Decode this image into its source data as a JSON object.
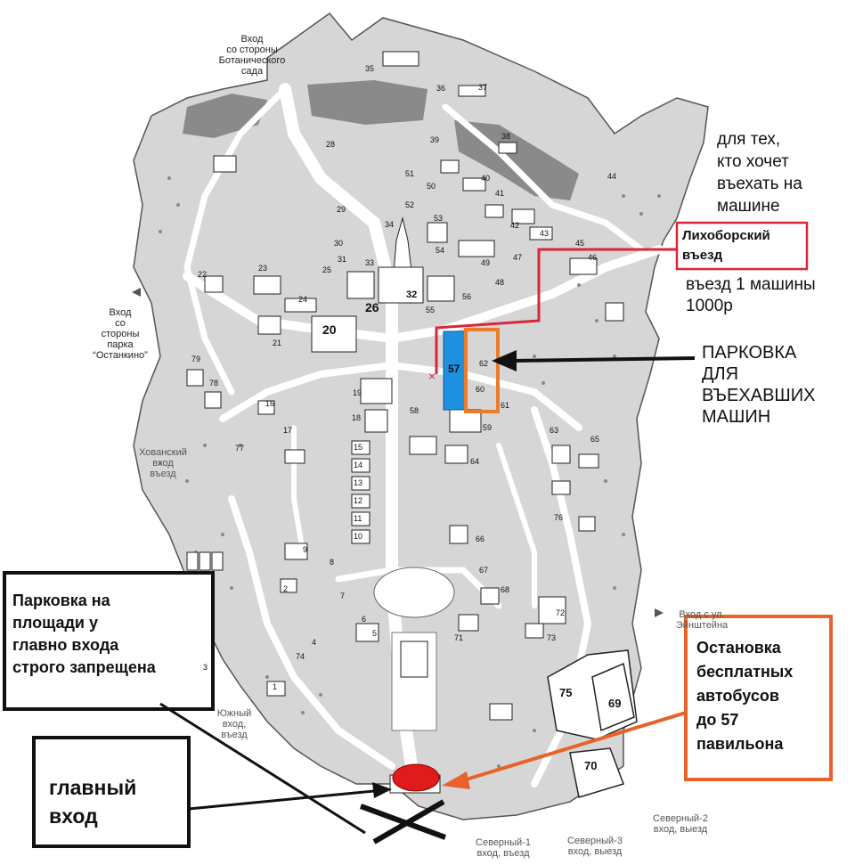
{
  "entrances": {
    "botanical": "Вход\nсо стороны\nБотанического\nсада",
    "ostankino": "Вход\nсо\nстороны\nпарка\n“Останкино”",
    "khovansky": "Хованский\nвход\nвъезд",
    "south": "Южный\nвход,\nвъезд",
    "north1": "Северный-1\nвход, въезд",
    "north3": "Северный-3\nвход, выезд",
    "north2": "Северный-2\nвход, выезд",
    "einstein": "Вход с ул.\nЭйнштейна"
  },
  "callouts": {
    "car_note": "для тех,\nкто хочет\nвъехать на\nмашине",
    "likhobory_title": "Лихоборский\nвъезд",
    "entry_price": "въезд 1 машины\n1000р",
    "parking_for_cars": "ПАРКОВКА\nДЛЯ\nВЪЕХАВШИХ\nМАШИН",
    "parking_forbidden": "Парковка на\nплощади у\nглавно входа\nстрого запрещена",
    "main_entrance": "главный\nвход",
    "bus_stop": "Остановка\nбесплатных\nавтобусов\nдо 57\nпавильона"
  },
  "pavilions": {
    "p20": "20",
    "p26": "26",
    "p32": "32",
    "p57": "57",
    "p75": "75",
    "p69": "69",
    "p70": "70"
  },
  "small_numbers": [
    "35",
    "36",
    "37",
    "38",
    "28",
    "39",
    "51",
    "50",
    "40",
    "41",
    "42",
    "43",
    "44",
    "45",
    "46",
    "47",
    "48",
    "49",
    "52",
    "53",
    "54",
    "55",
    "56",
    "22",
    "23",
    "24",
    "25",
    "29",
    "30",
    "31",
    "33",
    "34",
    "21",
    "79",
    "78",
    "16",
    "17",
    "18",
    "19",
    "77",
    "58",
    "59",
    "60",
    "61",
    "62",
    "63",
    "64",
    "65",
    "66",
    "67",
    "68",
    "71",
    "72",
    "73",
    "74",
    "76",
    "15",
    "14",
    "13",
    "12",
    "11",
    "10",
    "9",
    "8",
    "7",
    "6",
    "5",
    "4",
    "3",
    "2",
    "1"
  ],
  "colors": {
    "map_fill": "#d6d6d6",
    "road": "#ffffff",
    "red_route": "#d9263a",
    "parking_blue": "#1f8fe0",
    "parking_orange": "#ee7b2a",
    "bus_stop_red": "#e01b1b",
    "box_dark": "#111111",
    "box_orange": "#e8632a"
  }
}
